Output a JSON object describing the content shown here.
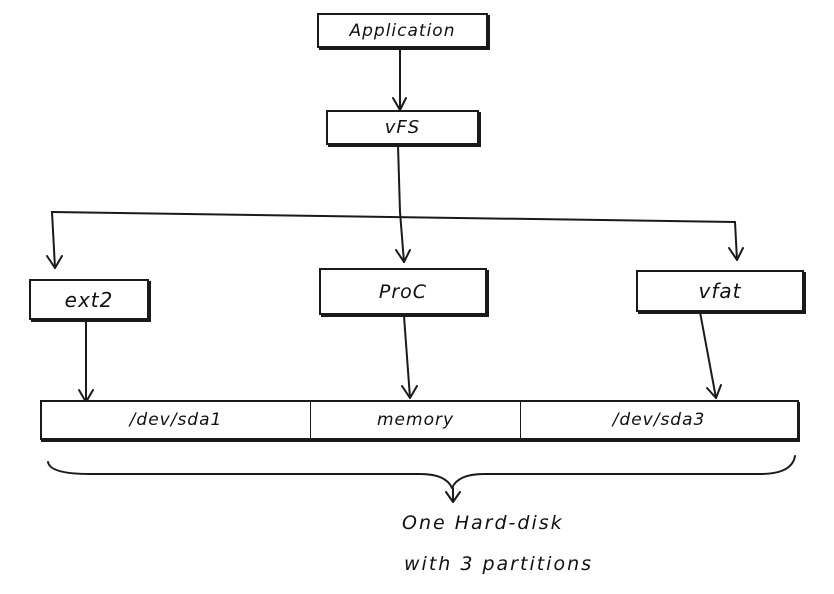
{
  "diagram": {
    "nodes": {
      "application": "Application",
      "vfs": "vFS",
      "ext2": "ext2",
      "proc": "ProC",
      "vfat": "vfat"
    },
    "partitions": [
      "/dev/sda1",
      "memory",
      "/dev/sda3"
    ],
    "caption": {
      "line1": "One Hard-disk",
      "line2": "with 3 partitions"
    }
  }
}
